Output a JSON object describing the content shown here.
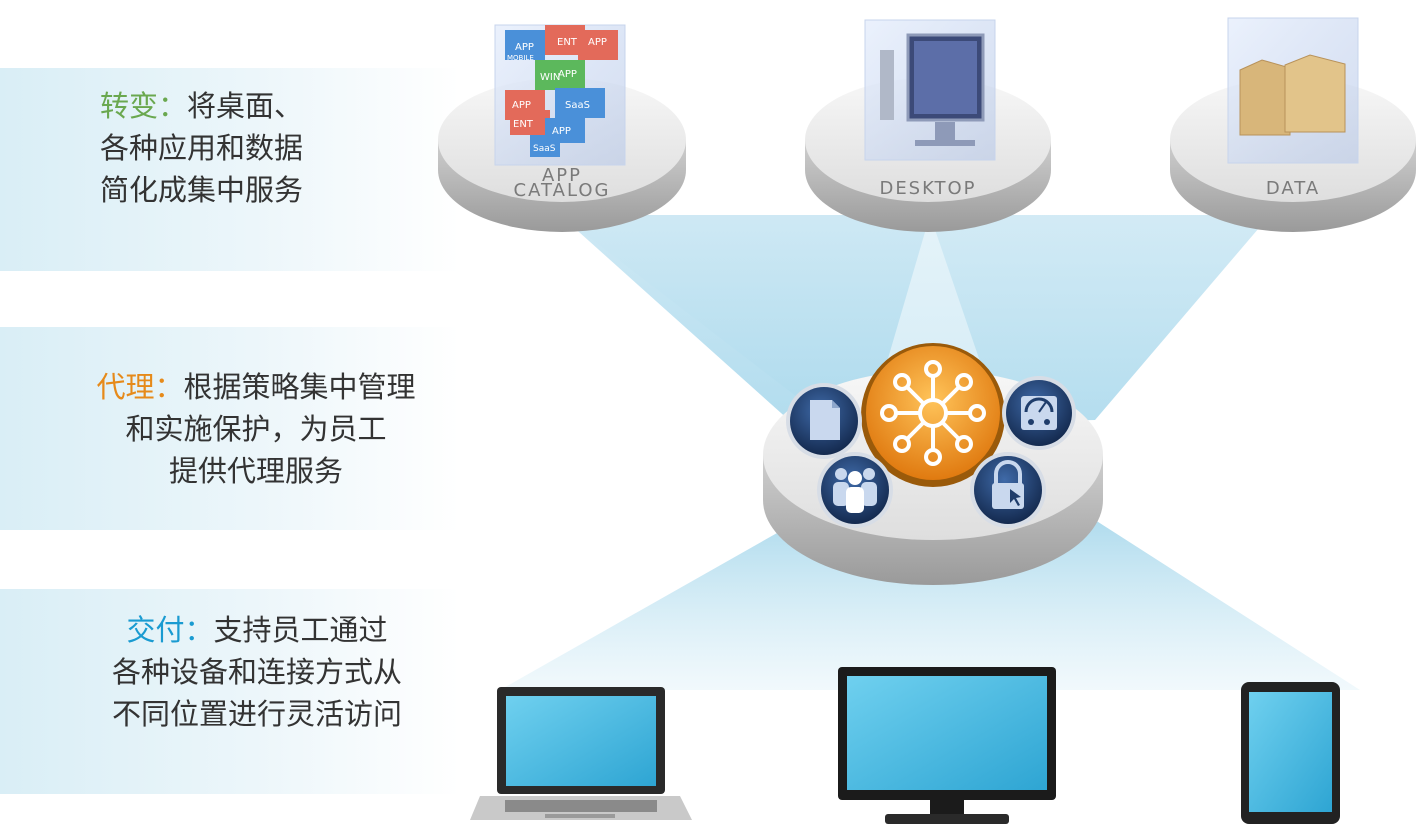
{
  "sections": [
    {
      "keyword": "转变",
      "colon": "：",
      "lines": [
        "将桌面、",
        "各种应用和数据",
        "简化成集中服务"
      ]
    },
    {
      "keyword": "代理",
      "colon": "：",
      "lines": [
        "根据策略集中管理",
        "和实施保护，为员工",
        "提供代理服务"
      ]
    },
    {
      "keyword": "交付",
      "colon": "：",
      "lines": [
        "支持员工通过",
        "各种设备和连接方式从",
        "不同位置进行灵活访问"
      ]
    }
  ],
  "platforms": {
    "app_catalog": {
      "line1": "APP",
      "line2": "CATALOG"
    },
    "desktop": {
      "label": "DESKTOP"
    },
    "data": {
      "label": "DATA"
    }
  },
  "cube_labels": {
    "app": "APP",
    "ent": "ENT",
    "mobile": "MOBILE",
    "win": "WIN",
    "saas": "SaaS"
  },
  "colors": {
    "green": "#6aa84f",
    "orange": "#e68a1a",
    "blue": "#1a9bd1",
    "hub_orange": "#f39a1e",
    "icon_navy": "#1f3d6b",
    "screen": "#4fbde3"
  },
  "icons": [
    "document-icon",
    "network-hub-icon",
    "gauge-icon",
    "users-icon",
    "lock-icon"
  ],
  "devices": [
    "laptop",
    "monitor",
    "tablet"
  ]
}
